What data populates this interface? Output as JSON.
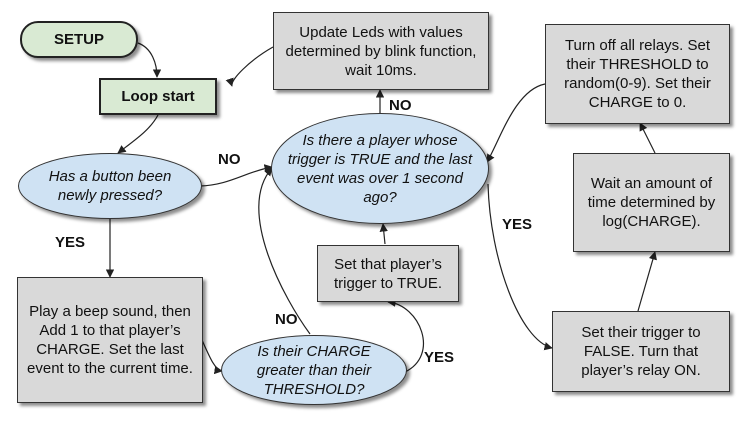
{
  "nodes": {
    "setup": "SETUP",
    "loop_start": "Loop start",
    "button_pressed": "Has a button been newly pressed?",
    "play_beep": "Play a beep sound, then Add 1 to that player’s CHARGE. Set the last event to the current time.",
    "charge_greater": "Is their CHARGE greater than their THRESHOLD?",
    "set_trigger_true": "Set that player’s trigger to TRUE.",
    "update_leds": "Update Leds with values determined by blink function, wait 10ms.",
    "player_trigger_true": "Is there a player whose trigger is TRUE and the last event was over 1 second ago?",
    "turn_off_relays": "Turn off all relays. Set their THRESHOLD to random(0-9). Set their CHARGE to 0.",
    "wait_amount": "Wait an amount of time determined by log(CHARGE).",
    "set_trigger_false": "Set their trigger to FALSE. Turn that player’s relay ON."
  },
  "labels": {
    "no_button": "NO",
    "yes_button": "YES",
    "no_player": "NO",
    "yes_player": "YES",
    "no_charge": "NO",
    "yes_charge": "YES"
  }
}
